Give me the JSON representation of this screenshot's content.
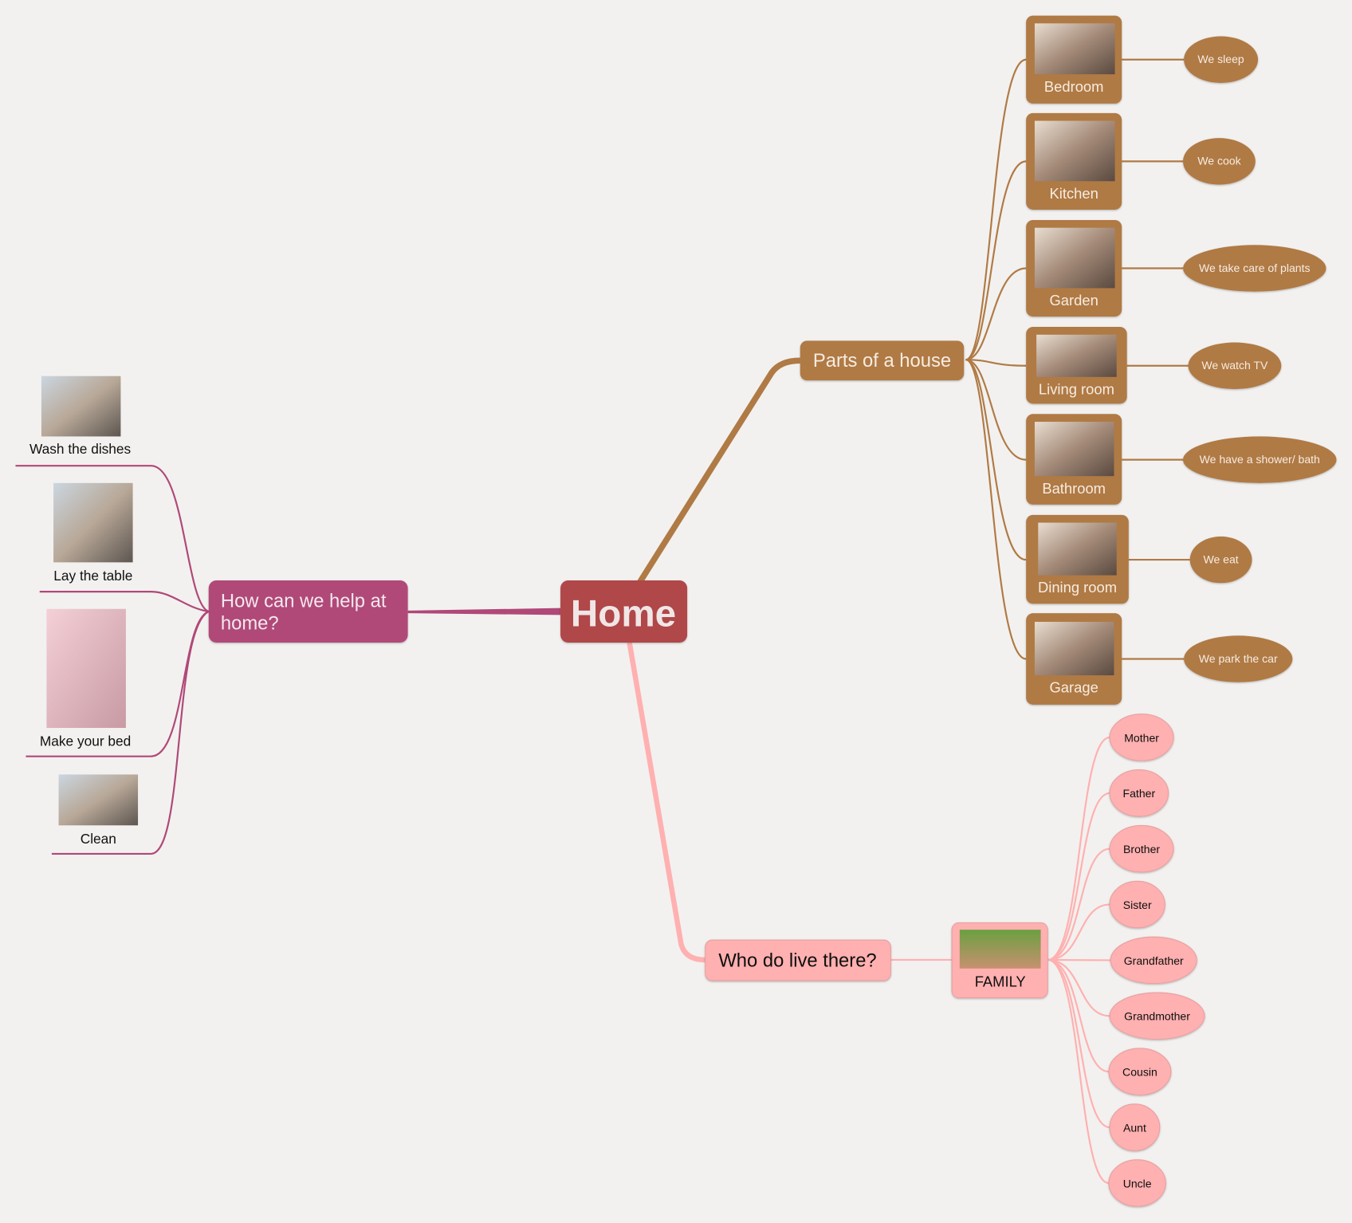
{
  "root": {
    "label": "Home"
  },
  "help": {
    "label_line1": "How can we help at",
    "label_line2": "home?",
    "items": [
      {
        "label": "Wash the dishes"
      },
      {
        "label": "Lay the table"
      },
      {
        "label": "Make your bed"
      },
      {
        "label": "Clean"
      }
    ]
  },
  "parts": {
    "label": "Parts of a house",
    "rooms": [
      {
        "label": "Bedroom",
        "note": "We sleep"
      },
      {
        "label": "Kitchen",
        "note": "We cook"
      },
      {
        "label": "Garden",
        "note": "We take care of plants"
      },
      {
        "label": "Living room",
        "note": "We watch TV"
      },
      {
        "label": "Bathroom",
        "note": "We have a shower/ bath"
      },
      {
        "label": "Dining room",
        "note": "We eat"
      },
      {
        "label": "Garage",
        "note": "We park the car"
      }
    ]
  },
  "who": {
    "label": "Who do live there?",
    "family": {
      "label": "FAMILY",
      "members": [
        "Mother",
        "Father",
        "Brother",
        "Sister",
        "Grandfather",
        "Grandmother",
        "Cousin",
        "Aunt",
        "Uncle"
      ]
    }
  },
  "colors": {
    "root": "#b0464a",
    "help": "#b04878",
    "parts": "#b07a45",
    "who": "#ffb0b0",
    "background": "#f2f1ef"
  }
}
